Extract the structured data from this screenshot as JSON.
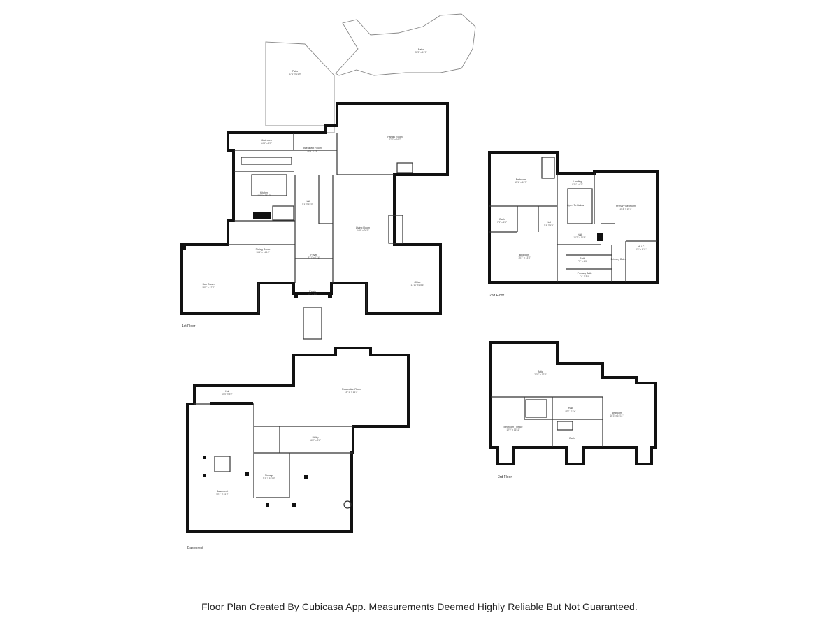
{
  "floors": {
    "first": "1st Floor",
    "second": "2nd Floor",
    "third": "3rd Floor",
    "basement": "Basement"
  },
  "rooms_first": [
    {
      "name": "Patio",
      "dim": "17'1\" x 21'9\""
    },
    {
      "name": "Patio",
      "dim": "28'3\" x 11'0\""
    },
    {
      "name": "Mudroom",
      "dim": "14'3\" x 5'5\""
    },
    {
      "name": "Breakfast Room",
      "dim": "10'4\" x 9'8\""
    },
    {
      "name": "Family Room",
      "dim": "27'0\" x 16'7\""
    },
    {
      "name": "Kitchen",
      "dim": "16'1\" x 15'10\""
    },
    {
      "name": "Hall",
      "dim": "5'1\" x 16'0\""
    },
    {
      "name": "Living Room",
      "dim": "14'6\" x 26'1\""
    },
    {
      "name": "Dining Room",
      "dim": "16'1\" x 14'10\""
    },
    {
      "name": "Foyer",
      "dim": "8'11\" x 12'4\""
    },
    {
      "name": "Sun Room",
      "dim": "18'2\" x 17'8\""
    },
    {
      "name": "Office",
      "dim": "17'11\" x 15'6\""
    },
    {
      "name": "Porch",
      "dim": "9'3\" x 5'0\""
    }
  ],
  "rooms_second": [
    {
      "name": "Bedroom",
      "dim": "15'1\" x 12'9\""
    },
    {
      "name": "Landing",
      "dim": "8'11\" x 6'0\""
    },
    {
      "name": "Primary Bedroom",
      "dim": "14'3\" x 16'7\""
    },
    {
      "name": "Open To Below",
      "dim": ""
    },
    {
      "name": "Bath",
      "dim": "7'8\" x 6'3\""
    },
    {
      "name": "Hall",
      "dim": "4'1\" x 2'1\""
    },
    {
      "name": "Hall",
      "dim": "10'7\" x 11'6\""
    },
    {
      "name": "Bedroom",
      "dim": "15'1\" x 13'4\""
    },
    {
      "name": "Bath",
      "dim": "7'2\" x 4'3\""
    },
    {
      "name": "Primary Bath",
      "dim": "7'2\" x 5'1\""
    },
    {
      "name": "W.I.C",
      "dim": "6'5\" x 6'11\""
    },
    {
      "name": "Primary Bath",
      "dim": ""
    }
  ],
  "rooms_third": [
    {
      "name": "Attic",
      "dim": "27'0\" x 12'8\""
    },
    {
      "name": "Hall",
      "dim": "10'7\" x 5'2\""
    },
    {
      "name": "Bedroom",
      "dim": "16'3\" x 16'11\""
    },
    {
      "name": "Bedroom / Office",
      "dim": "12'9\" x 16'11\""
    },
    {
      "name": "Bath",
      "dim": ""
    }
  ],
  "rooms_basement": [
    {
      "name": "Recreation Room",
      "dim": "37'1\" x 16'7\""
    },
    {
      "name": "Hall",
      "dim": "14'0\" x 5'2\""
    },
    {
      "name": "Utility",
      "dim": "16'2\" x 9'6\""
    },
    {
      "name": "Storage",
      "dim": "6'3\" x 15'10\""
    },
    {
      "name": "Basement",
      "dim": "40'1\" x 31'0\""
    }
  ],
  "footer": "Floor Plan Created By Cubicasa App. Measurements Deemed Highly Reliable But Not Guaranteed."
}
